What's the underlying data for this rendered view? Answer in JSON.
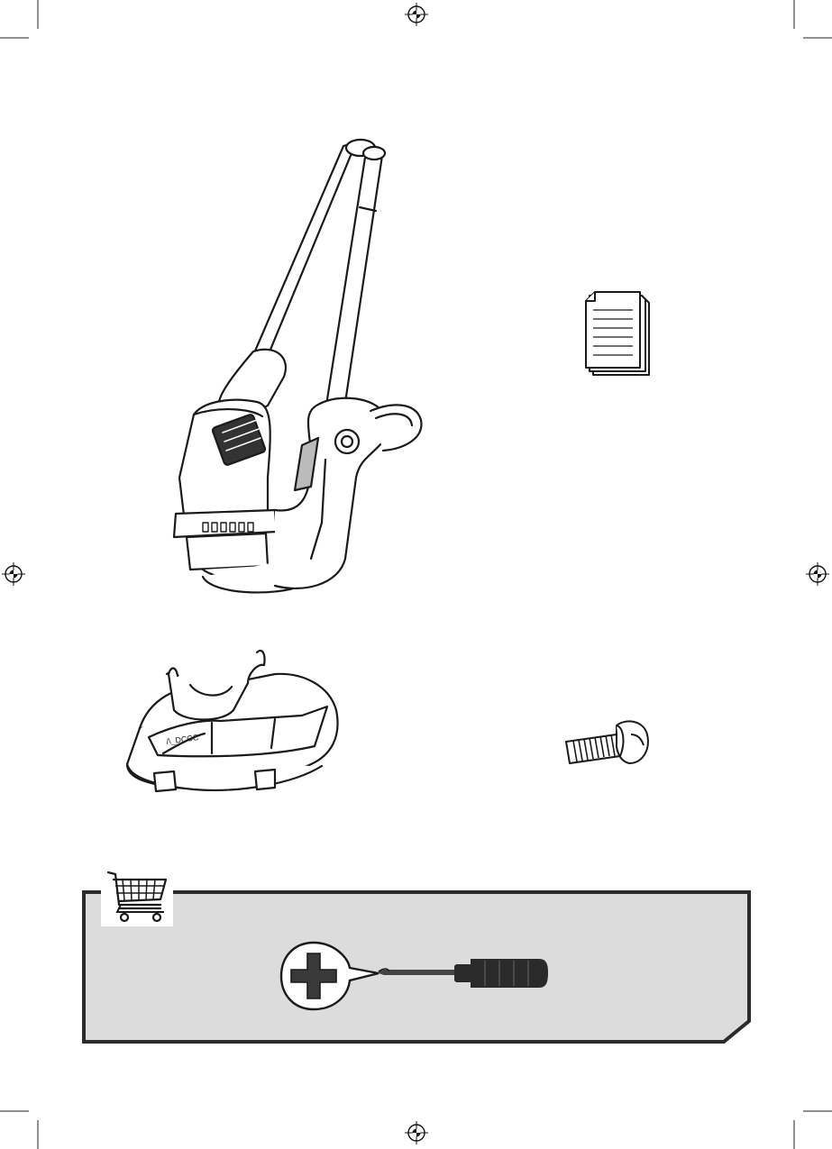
{
  "page": {
    "type": "manual-contents-page",
    "background": "#ffffff"
  },
  "items": [
    {
      "name": "string-trimmer",
      "icon": "string-trimmer-icon"
    },
    {
      "name": "documents",
      "icon": "documents-icon"
    },
    {
      "name": "guard",
      "icon": "guard-icon"
    },
    {
      "name": "screw",
      "icon": "screw-icon"
    }
  ],
  "required_tools": {
    "icon": "shopping-cart-icon",
    "tool": "phillips-screwdriver-icon",
    "panel_color": "#dcdcdc",
    "border_color": "#2b2b2b"
  }
}
